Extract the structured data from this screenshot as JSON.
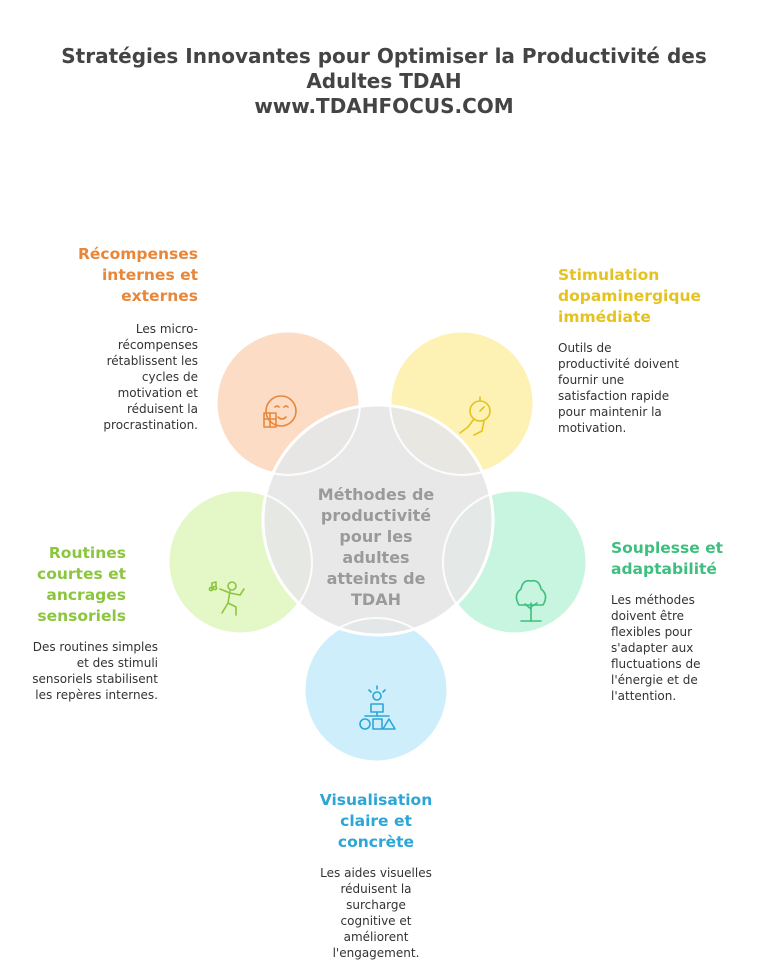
{
  "title": {
    "line1": "Stratégies Innovantes pour Optimiser la Productivité des",
    "line2": "Adultes TDAH",
    "line3": "www.TDAHFOCUS.COM"
  },
  "center": {
    "label_lines": [
      "Méthodes de",
      "productivité",
      "pour les",
      "adultes",
      "atteints de",
      "TDAH"
    ]
  },
  "sections": {
    "rewards": {
      "title_lines": [
        "Récompenses",
        "internes et",
        "externes"
      ],
      "desc_lines": [
        "Les micro-",
        "récompenses",
        "rétablissent les",
        "cycles de",
        "motivation et",
        "réduisent la",
        "procrastination."
      ],
      "color": "#e8873a",
      "circle_color": "#fddcc6",
      "icon": "reward-icon"
    },
    "stimulation": {
      "title_lines": [
        "Stimulation",
        "dopaminergique",
        "immédiate"
      ],
      "desc_lines": [
        "Outils de",
        "productivité doivent",
        "fournir une",
        "satisfaction rapide",
        "pour maintenir la",
        "motivation."
      ],
      "color": "#e6c21f",
      "circle_color": "#fdf1b4",
      "icon": "fist-icon"
    },
    "flexibility": {
      "title_lines": [
        "Souplesse et",
        "adaptabilité"
      ],
      "desc_lines": [
        "Les méthodes",
        "doivent être",
        "flexibles pour",
        "s'adapter aux",
        "fluctuations de",
        "l'énergie et de",
        "l'attention."
      ],
      "color": "#3fbf7f",
      "circle_color": "#c8f5df",
      "icon": "tree-icon"
    },
    "visualization": {
      "title_lines": [
        "Visualisation",
        "claire et",
        "concrète"
      ],
      "desc_lines": [
        "Les aides visuelles",
        "réduisent la",
        "surcharge",
        "cognitive et",
        "améliorent",
        "l'engagement."
      ],
      "color": "#2ba6d6",
      "circle_color": "#cfeefc",
      "icon": "diagram-icon"
    },
    "routines": {
      "title_lines": [
        "Routines",
        "courtes et",
        "ancrages",
        "sensoriels"
      ],
      "desc_lines": [
        "Des routines simples",
        "et des stimuli",
        "sensoriels stabilisent",
        "les repères internes."
      ],
      "color": "#8cc63f",
      "circle_color": "#e4f7c6",
      "icon": "dancer-icon"
    }
  }
}
